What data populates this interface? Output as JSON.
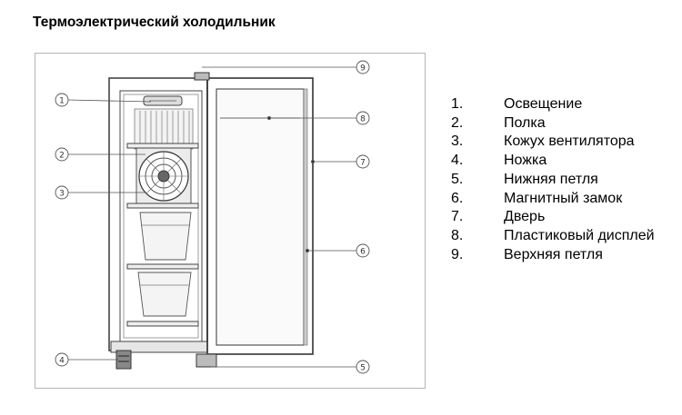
{
  "title": "Термоэлектрический холодильник",
  "callouts": [
    "1",
    "2",
    "3",
    "4",
    "5",
    "6",
    "7",
    "8",
    "9"
  ],
  "legend": [
    {
      "num": "1.",
      "label": "Освещение"
    },
    {
      "num": "2.",
      "label": "Полка"
    },
    {
      "num": "3.",
      "label": "Кожух вентилятора"
    },
    {
      "num": "4.",
      "label": "Ножка"
    },
    {
      "num": "5.",
      "label": "Нижняя петля"
    },
    {
      "num": "6.",
      "label": "Магнитный замок"
    },
    {
      "num": "7.",
      "label": "Дверь"
    },
    {
      "num": "8.",
      "label": "Пластиковый дисплей"
    },
    {
      "num": "9.",
      "label": "Верхняя петля"
    }
  ]
}
